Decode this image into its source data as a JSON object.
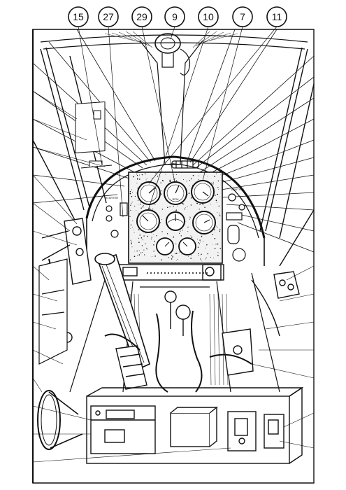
{
  "callouts": [
    {
      "label": "15",
      "target": "instrument-panel"
    },
    {
      "label": "27",
      "target": "panel-light-switch"
    },
    {
      "label": "29",
      "target": "tachometer"
    },
    {
      "label": "9",
      "target": "compass"
    },
    {
      "label": "10",
      "target": "altimeter"
    },
    {
      "label": "7",
      "target": "airspeed-indicator"
    },
    {
      "label": "11",
      "target": "rate-of-climb-indicator"
    }
  ],
  "panel_labels": {
    "gauge_tag": "RPM",
    "left_placard": "STARTER",
    "right_placard": "IGNITION"
  },
  "colors": {
    "ink": "#111111",
    "paper": "#ffffff",
    "panel_fill": "#f2f2f2"
  }
}
